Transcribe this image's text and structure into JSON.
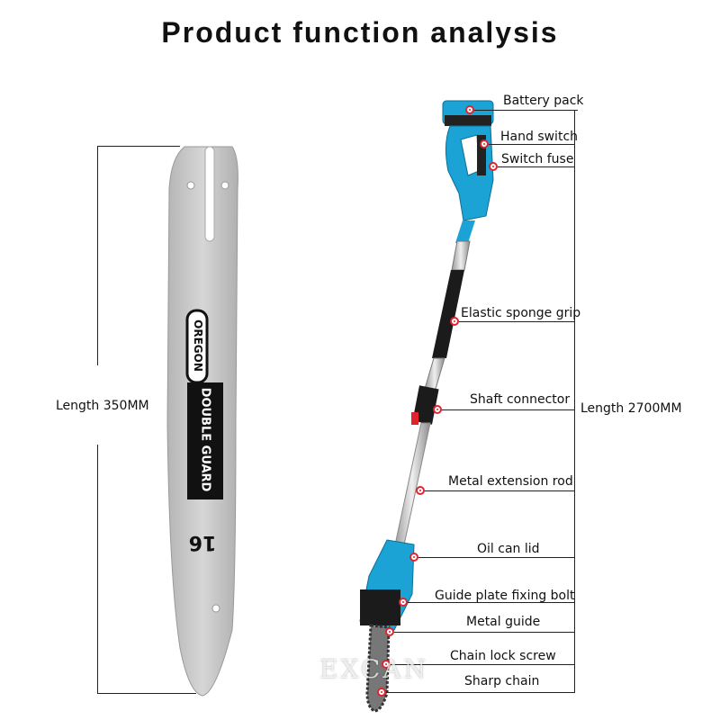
{
  "title": "Product function analysis",
  "bar": {
    "length_label": "Length 350MM",
    "brand": "OREGON",
    "model": "DOUBLE GUARD",
    "size": "16"
  },
  "tool": {
    "length_label": "Length 2700MM",
    "parts": [
      "Battery pack",
      "Hand switch",
      "Switch fuse",
      "Elastic sponge grip",
      "Shaft connector",
      "Metal extension rod",
      "Oil can lid",
      "Guide plate fixing bolt",
      "Metal guide",
      "Chain lock screw",
      "Sharp chain"
    ]
  },
  "watermark": "EXCAN",
  "colors": {
    "accent": "#1ba3d6",
    "marker": "#e0242e",
    "bar_silver": "#c9c9c9"
  }
}
